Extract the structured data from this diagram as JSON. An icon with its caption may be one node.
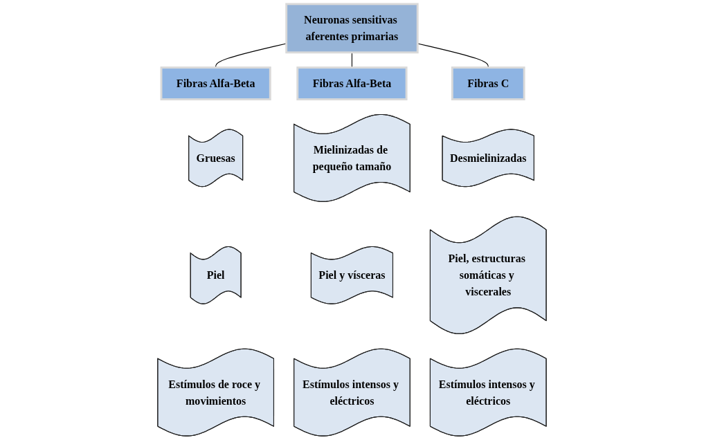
{
  "diagram": {
    "nodes": [
      {
        "text": [
          "Neuronas sensitivas aferentes primarias"
        ]
      },
      {
        "text": [
          "Fibras Alfa-Beta"
        ]
      },
      {
        "text": [
          "Fibras Alfa-Beta"
        ]
      },
      {
        "text": [
          "Fibras C"
        ]
      },
      {
        "text": [
          "Gruesas"
        ]
      },
      {
        "text": [
          "Piel"
        ]
      },
      {
        "text": [
          "Estímulos de roce y movimientos"
        ]
      },
      {
        "text": [
          "Mielinizadas de pequeño tamaño"
        ]
      },
      {
        "text": [
          "Piel y vísceras"
        ]
      },
      {
        "text": [
          "Estímulos intensos y eléctricos"
        ]
      },
      {
        "text": [
          "Desmielinizadas"
        ]
      },
      {
        "text": [
          "Piel, estructuras somáticas y viscerales"
        ]
      },
      {
        "text": [
          "Estímulos intensos y eléctricos"
        ]
      }
    ],
    "edges": [
      {
        "from": 0,
        "to": 1,
        "arrow": "none"
      },
      {
        "from": 0,
        "to": 2,
        "arrow": "none"
      },
      {
        "from": 0,
        "to": 3,
        "arrow": "none"
      }
    ]
  }
}
